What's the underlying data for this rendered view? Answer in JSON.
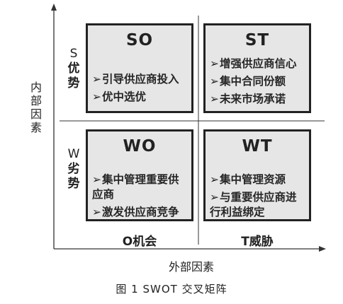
{
  "quadrants": {
    "so": {
      "title": "SO",
      "items": [
        "引导供应商投入",
        "优中选优"
      ]
    },
    "st": {
      "title": "ST",
      "items": [
        "增强供应商信心",
        "集中合同份额",
        "未来市场承诺"
      ]
    },
    "wo": {
      "title": "WO",
      "items": [
        "集中管理重要供应商",
        "激发供应商竞争"
      ]
    },
    "wt": {
      "title": "WT",
      "items": [
        "集中管理资源",
        "与重要供应商进行利益绑定"
      ]
    }
  },
  "rows": {
    "s": {
      "letter": "S",
      "label": "优势"
    },
    "w": {
      "letter": "W",
      "label": "劣势"
    }
  },
  "columns": {
    "o": "O机会",
    "t": "T威胁"
  },
  "axes": {
    "y_title": "内部因素",
    "x_title": "外部因素"
  },
  "caption": "图 1   SWOT 交叉矩阵"
}
